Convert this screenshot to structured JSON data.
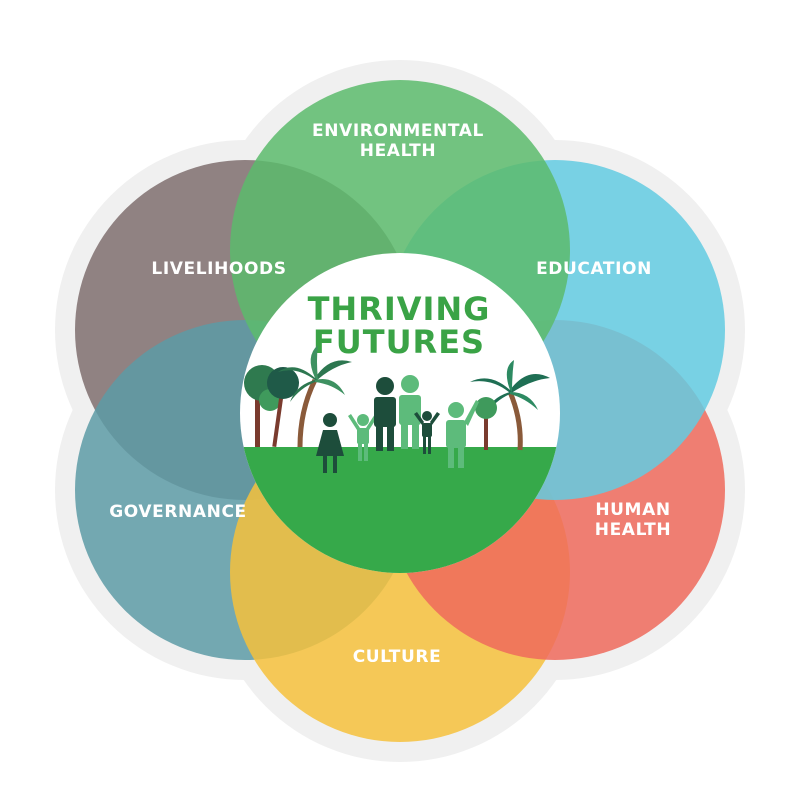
{
  "diagram": {
    "center": {
      "title_line1": "THRIVING",
      "title_line2": "FUTURES",
      "title_color": "#3aa346",
      "ground_color": "#36a94a"
    },
    "petals": [
      {
        "id": "environmental-health",
        "line1": "ENVIRONMENTAL",
        "line2": "HEALTH",
        "color": "#5cbb6c"
      },
      {
        "id": "education",
        "line1": "EDUCATION",
        "line2": "",
        "color": "#63cbe2"
      },
      {
        "id": "human-health",
        "line1": "HUMAN",
        "line2": "HEALTH",
        "color": "#ef6a5c"
      },
      {
        "id": "culture",
        "line1": "CULTURE",
        "line2": "",
        "color": "#f6c13c"
      },
      {
        "id": "governance",
        "line1": "GOVERNANCE",
        "line2": "",
        "color": "#5d9ba6"
      },
      {
        "id": "livelihoods",
        "line1": "LIVELIHOODS",
        "line2": "",
        "color": "#7f6e6f"
      }
    ]
  }
}
